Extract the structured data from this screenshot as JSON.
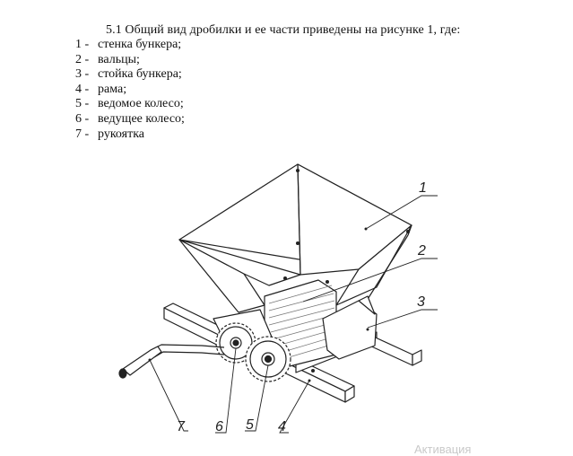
{
  "heading": "5.1 Общий вид дробилки и ее части приведены на рисунке 1,  где:",
  "parts": [
    {
      "num": "1 -",
      "label": "стенка бункера;"
    },
    {
      "num": "2 -",
      "label": "вальцы;"
    },
    {
      "num": "3 -",
      "label": "стойка бункера;"
    },
    {
      "num": "4 -",
      "label": "рама;"
    },
    {
      "num": "5 -",
      "label": "ведомое колесо;"
    },
    {
      "num": "6 -",
      "label": "ведущее колесо;"
    },
    {
      "num": "7 -",
      "label": "рукоятка"
    }
  ],
  "figure": {
    "callouts": [
      "1",
      "2",
      "3",
      "4",
      "5",
      "6",
      "7"
    ]
  },
  "watermark": "Активация"
}
